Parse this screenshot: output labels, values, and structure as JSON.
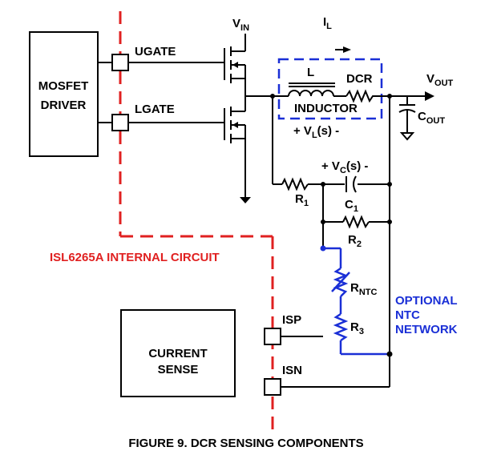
{
  "diagram": {
    "blocks": {
      "mosfet_driver": [
        "MOSFET",
        "DRIVER"
      ],
      "current_sense": [
        "CURRENT",
        "SENSE"
      ]
    },
    "pins": {
      "ugate": "UGATE",
      "lgate": "LGATE",
      "isp": "ISP",
      "isn": "ISN"
    },
    "labels": {
      "vin": "V",
      "vin_sub": "IN",
      "il": "I",
      "il_sub": "L",
      "vout": "V",
      "vout_sub": "OUT",
      "cout": "C",
      "cout_sub": "OUT",
      "l": "L",
      "dcr": "DCR",
      "inductor": "INDUCTOR",
      "vl_pre": "+  V",
      "vl_sub": "L",
      "vl_post": "(s)  -",
      "vc_pre": "+  V",
      "vc_sub": "C",
      "vc_post": "(s)  -",
      "r1": "R",
      "r1_sub": "1",
      "c1": "C",
      "c1_sub": "1",
      "r2": "R",
      "r2_sub": "2",
      "rntc": "R",
      "rntc_sub": "NTC",
      "r3": "R",
      "r3_sub": "3"
    },
    "internal_circuit": "ISL6265A INTERNAL CIRCUIT",
    "optional_network": [
      "OPTIONAL",
      "NTC",
      "NETWORK"
    ],
    "caption": "FIGURE 9.  DCR SENSING COMPONENTS",
    "colors": {
      "wire": "#000000",
      "internal": "#e02020",
      "optional": "#1a2fd6"
    }
  }
}
